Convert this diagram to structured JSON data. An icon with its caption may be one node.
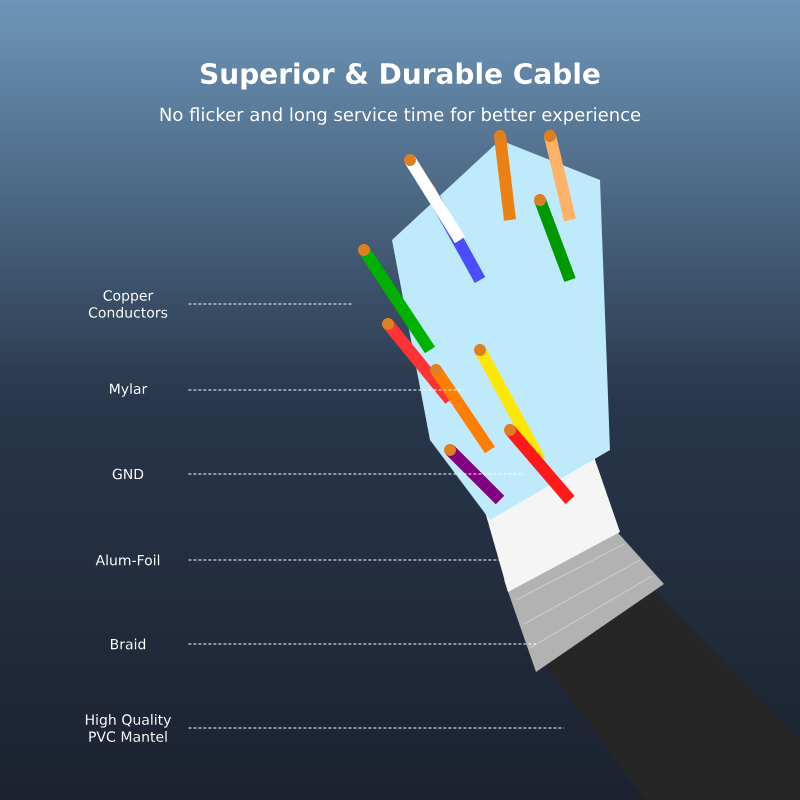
{
  "diagram": {
    "title": "Superior & Durable Cable",
    "nodes": [
      {
        "text": [
          "Copper Conductors"
        ]
      },
      {
        "text": [
          "Mylar"
        ]
      },
      {
        "text": [
          "GND"
        ]
      },
      {
        "text": [
          "Alum-Foil"
        ]
      },
      {
        "text": [
          "Braid"
        ]
      },
      {
        "text": [
          "High Quality PVC Mantel"
        ]
      }
    ],
    "edges": [
      {
        "from": 0,
        "to": null,
        "arrow": "none"
      },
      {
        "from": 1,
        "to": null,
        "arrow": "none"
      },
      {
        "from": 2,
        "to": null,
        "arrow": "none"
      },
      {
        "from": 3,
        "to": null,
        "arrow": "none"
      },
      {
        "from": 4,
        "to": null,
        "arrow": "none"
      },
      {
        "from": 5,
        "to": null,
        "arrow": "none"
      }
    ],
    "labels": [
      "No flicker and long service time for better experience"
    ]
  }
}
